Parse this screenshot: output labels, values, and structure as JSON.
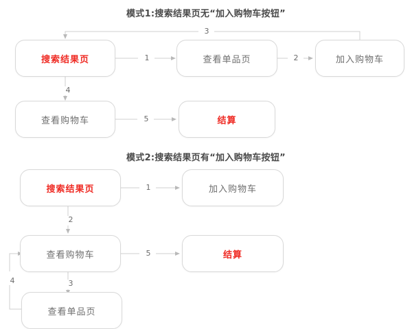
{
  "page": {
    "background": "#ffffff",
    "accent_color": "#ef2b24",
    "node_text_color": "#6e6e6e",
    "line_color": "#cfcfcf"
  },
  "sections": [
    {
      "id": "mode-1",
      "title": "模式1:搜索结果页无“加入购物车按钮”",
      "nodes": [
        {
          "id": "m1-search",
          "label": "搜索结果页",
          "accent": true
        },
        {
          "id": "m1-detail",
          "label": "查看单品页",
          "accent": false
        },
        {
          "id": "m1-addcart",
          "label": "加入购物车",
          "accent": false
        },
        {
          "id": "m1-viewcart",
          "label": "查看购物车",
          "accent": false
        },
        {
          "id": "m1-checkout",
          "label": "结算",
          "accent": true
        }
      ],
      "edges": [
        {
          "id": "m1-e1",
          "label": "1",
          "from": "m1-search",
          "to": "m1-detail"
        },
        {
          "id": "m1-e2",
          "label": "2",
          "from": "m1-detail",
          "to": "m1-addcart"
        },
        {
          "id": "m1-e3",
          "label": "3",
          "from": "m1-addcart",
          "to": "m1-search"
        },
        {
          "id": "m1-e4",
          "label": "4",
          "from": "m1-search",
          "to": "m1-viewcart"
        },
        {
          "id": "m1-e5",
          "label": "5",
          "from": "m1-viewcart",
          "to": "m1-checkout"
        }
      ]
    },
    {
      "id": "mode-2",
      "title": "模式2:搜索结果页有“加入购物车按钮”",
      "nodes": [
        {
          "id": "m2-search",
          "label": "搜索结果页",
          "accent": true
        },
        {
          "id": "m2-addcart",
          "label": "加入购物车",
          "accent": false
        },
        {
          "id": "m2-viewcart",
          "label": "查看购物车",
          "accent": false
        },
        {
          "id": "m2-checkout",
          "label": "结算",
          "accent": true
        },
        {
          "id": "m2-detail",
          "label": "查看单品页",
          "accent": false
        }
      ],
      "edges": [
        {
          "id": "m2-e1",
          "label": "1",
          "from": "m2-search",
          "to": "m2-addcart"
        },
        {
          "id": "m2-e2",
          "label": "2",
          "from": "m2-search",
          "to": "m2-viewcart"
        },
        {
          "id": "m2-e5",
          "label": "5",
          "from": "m2-viewcart",
          "to": "m2-checkout"
        },
        {
          "id": "m2-e3",
          "label": "3",
          "from": "m2-viewcart",
          "to": "m2-detail"
        },
        {
          "id": "m2-e4",
          "label": "4",
          "from": "m2-detail",
          "to": "m2-viewcart"
        }
      ]
    }
  ]
}
